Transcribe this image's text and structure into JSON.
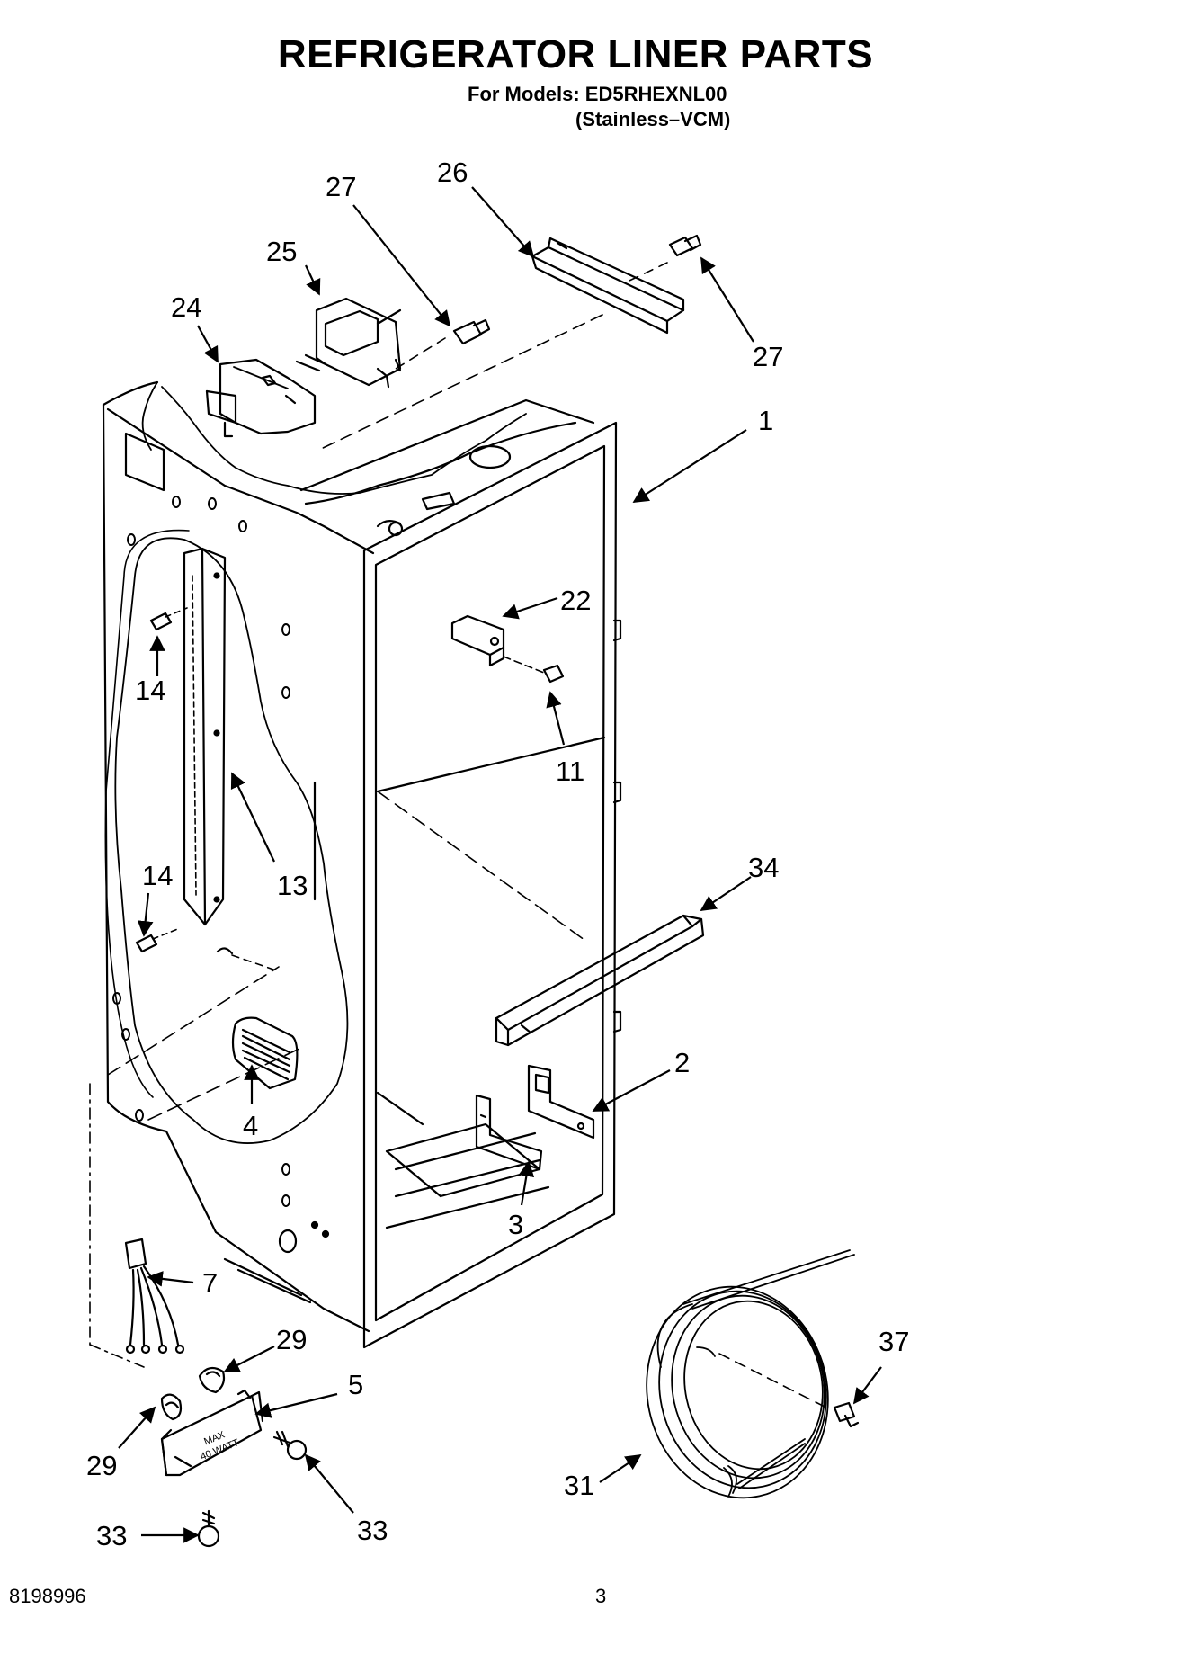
{
  "header": {
    "title": "REFRIGERATOR LINER PARTS",
    "models_line": "For Models: ED5RHEXNL00",
    "variant_line": "(Stainless–VCM)"
  },
  "footer": {
    "document_number": "8198996",
    "page_number": "3"
  },
  "callouts": [
    {
      "id": "c27a",
      "label": "27"
    },
    {
      "id": "c26",
      "label": "26"
    },
    {
      "id": "c25",
      "label": "25"
    },
    {
      "id": "c24",
      "label": "24"
    },
    {
      "id": "c27b",
      "label": "27"
    },
    {
      "id": "c1",
      "label": "1"
    },
    {
      "id": "c22",
      "label": "22"
    },
    {
      "id": "c14a",
      "label": "14"
    },
    {
      "id": "c11",
      "label": "11"
    },
    {
      "id": "c13",
      "label": "13"
    },
    {
      "id": "c14b",
      "label": "14"
    },
    {
      "id": "c34",
      "label": "34"
    },
    {
      "id": "c2",
      "label": "2"
    },
    {
      "id": "c4",
      "label": "4"
    },
    {
      "id": "c3",
      "label": "3"
    },
    {
      "id": "c7",
      "label": "7"
    },
    {
      "id": "c29a",
      "label": "29"
    },
    {
      "id": "c5",
      "label": "5"
    },
    {
      "id": "c29b",
      "label": "29"
    },
    {
      "id": "c37",
      "label": "37"
    },
    {
      "id": "c31",
      "label": "31"
    },
    {
      "id": "c33a",
      "label": "33"
    },
    {
      "id": "c33b",
      "label": "33"
    }
  ],
  "lamp_housing_marking": {
    "line1": "MAX",
    "line2": "40 WATT"
  },
  "colors": {
    "ink": "#000000",
    "paper": "#ffffff"
  }
}
